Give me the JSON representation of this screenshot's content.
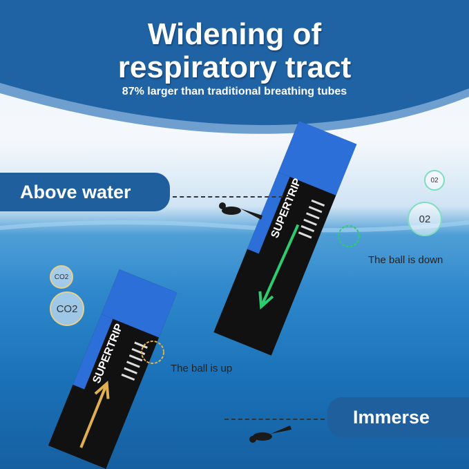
{
  "header": {
    "title_line1": "Widening of",
    "title_line2": "respiratory tract",
    "subtitle": "87% larger than traditional breathing tubes"
  },
  "labels": {
    "above_water": "Above water",
    "immerse": "Immerse",
    "ball_down": "The ball is down",
    "ball_up": "The ball is up"
  },
  "bubbles": {
    "o2_small": "02",
    "o2_large": "02",
    "co2_small": "CO2",
    "co2_large": "CO2"
  },
  "product": {
    "brand": "SUPERTRIP"
  },
  "colors": {
    "brand_blue": "#1f63a5",
    "tube_blue": "#2c6fd9",
    "o2_arrow": "#2ecc71",
    "co2_arrow": "#e0b050"
  }
}
